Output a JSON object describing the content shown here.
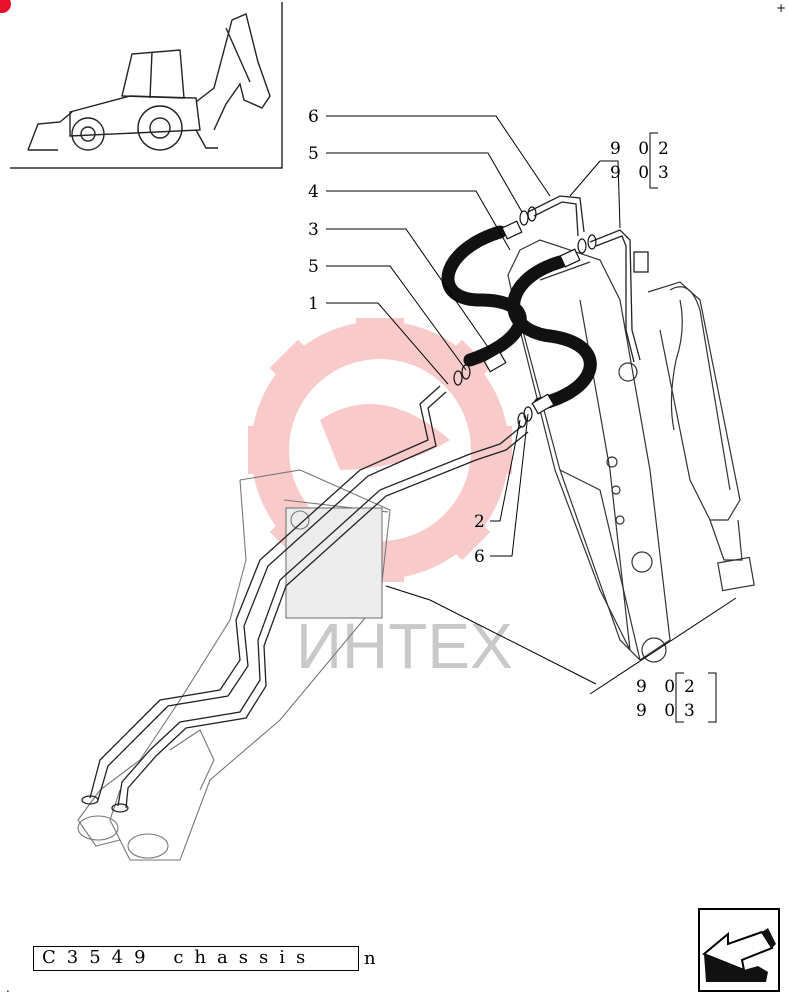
{
  "callouts": [
    {
      "id": "6",
      "label": "6"
    },
    {
      "id": "5a",
      "label": "5"
    },
    {
      "id": "4",
      "label": "4"
    },
    {
      "id": "3",
      "label": "3"
    },
    {
      "id": "5b",
      "label": "5"
    },
    {
      "id": "1",
      "label": "1"
    },
    {
      "id": "2",
      "label": "2"
    },
    {
      "id": "6b",
      "label": "6"
    }
  ],
  "references": {
    "top": {
      "prefix": "9 0",
      "a": "2",
      "b": "3"
    },
    "bottom": {
      "prefix": "9 0",
      "a": "2",
      "b": "3"
    }
  },
  "watermark": {
    "text": "ИНТЕХ",
    "color": "#f08080"
  },
  "footer": {
    "code": "C3549",
    "word": "chassis",
    "suffix": "n"
  },
  "corner_mark": "+",
  "bottom_mark": ".",
  "nav_button": {
    "icon": "arrow-back-icon"
  },
  "colors": {
    "hose": "#111111",
    "line": "#222222",
    "watermark": "#f4a0a0",
    "accent": "#e8102a"
  }
}
